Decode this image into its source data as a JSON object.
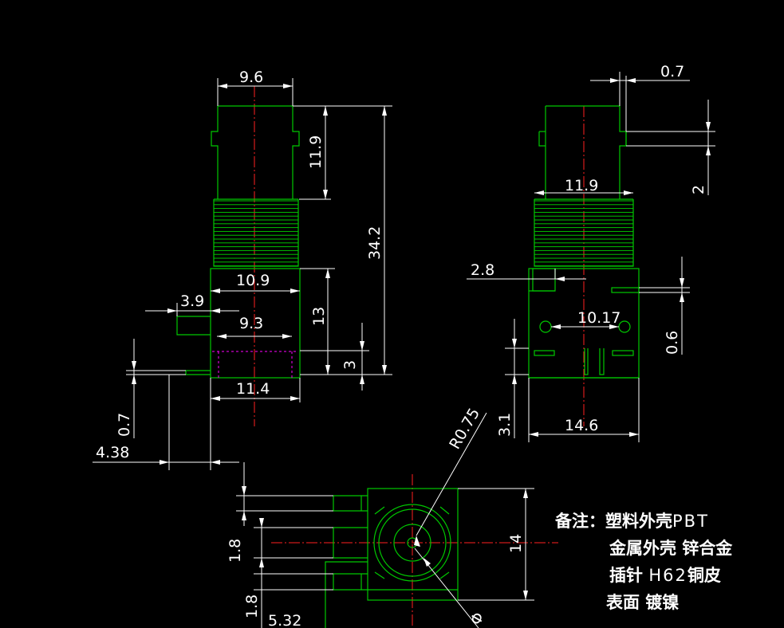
{
  "dimensions": {
    "front": {
      "top_width": "9.6",
      "nut_height": "11.9",
      "overall_height": "34.2",
      "body_width": "10.9",
      "pin_offset": "3.9",
      "inner_width": "9.3",
      "body_height": "13",
      "base_height": "3",
      "bottom_width": "11.4",
      "pin_thickness": "0.7",
      "pin_length": "4.38"
    },
    "side": {
      "tab_thickness": "0.7",
      "tab_height": "2",
      "hex_width": "11.9",
      "peg_width": "2.8",
      "pin_spacing": "10.17",
      "clip_thickness": "0.6",
      "post_height": "3.1",
      "body_width": "14.6"
    },
    "bottom": {
      "radius": "R0.75",
      "pin_a": "1.8",
      "pin_b": "1.8",
      "offset": "5.32",
      "body_height": "14",
      "diameter_symbol": "Φ"
    }
  },
  "notes": {
    "heading": "备注：",
    "lines": [
      {
        "label": "塑料外壳",
        "value": "PBT"
      },
      {
        "label": "金属外壳  锌合金",
        "value": ""
      },
      {
        "label": "插针 ",
        "value": "H62",
        "suffix": "铜皮"
      },
      {
        "label": "表面  镀镍",
        "value": ""
      }
    ]
  },
  "colors": {
    "background": "#000000",
    "outline": "#00c800",
    "dimension": "#ffffff",
    "centerline": "#ff2020",
    "hidden": "#ff00ff"
  }
}
